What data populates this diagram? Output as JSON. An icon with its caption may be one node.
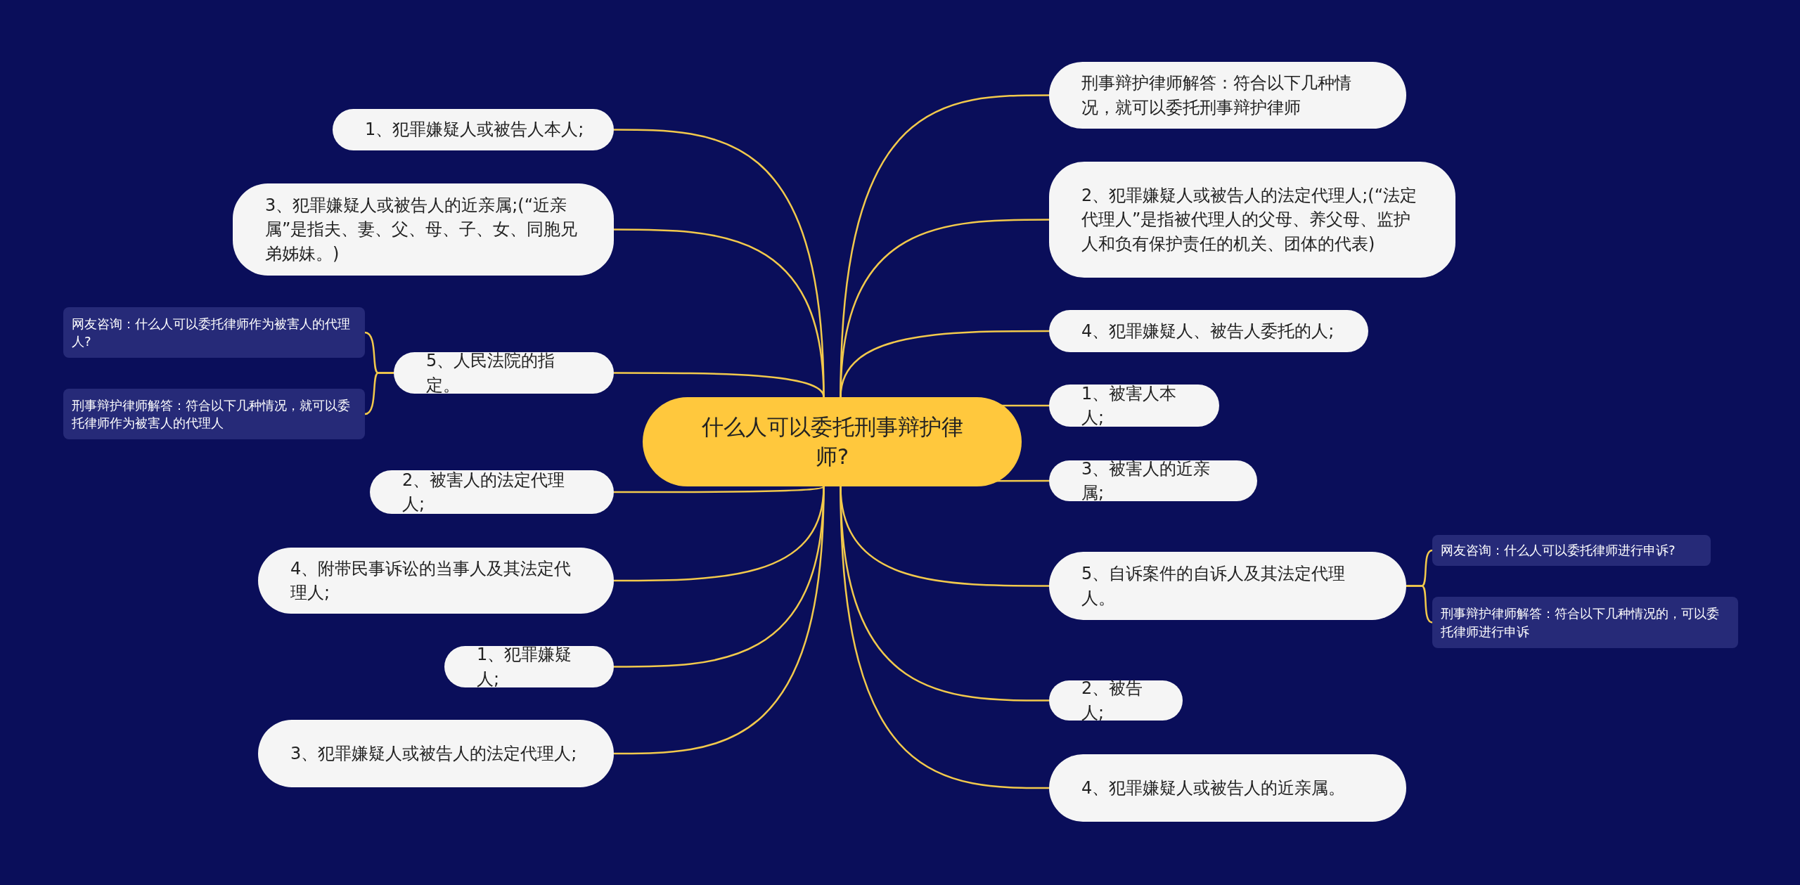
{
  "diagram": {
    "nodes": [
      {
        "text": [
          "什么人可以委托刑事辩护律师?"
        ]
      },
      {
        "text": [
          "1、犯罪嫌疑人或被告人本人;"
        ]
      },
      {
        "text": [
          "3、犯罪嫌疑人或被告人的近亲属;(“近亲属”是指夫、妻、父、母、子、女、同胞兄弟姊妹。)"
        ]
      },
      {
        "text": [
          "5、人民法院的指定。"
        ]
      },
      {
        "text": [
          "网友咨询：什么人可以委托律师作为被害人的代理人?"
        ]
      },
      {
        "text": [
          "刑事辩护律师解答：符合以下几种情况，就可以委托律师作为被害人的代理人"
        ]
      },
      {
        "text": [
          "2、被害人的法定代理人;"
        ]
      },
      {
        "text": [
          "4、附带民事诉讼的当事人及其法定代理人;"
        ]
      },
      {
        "text": [
          "1、犯罪嫌疑人;"
        ]
      },
      {
        "text": [
          "3、犯罪嫌疑人或被告人的法定代理人;"
        ]
      },
      {
        "text": [
          "刑事辩护律师解答：符合以下几种情况，就可以委托刑事辩护律师"
        ]
      },
      {
        "text": [
          "2、犯罪嫌疑人或被告人的法定代理人;(“法定代理人”是指被代理人的父母、养父母、监护人和负有保护责任的机关、团体的代表)"
        ]
      },
      {
        "text": [
          "4、犯罪嫌疑人、被告人委托的人;"
        ]
      },
      {
        "text": [
          "1、被害人本人;"
        ]
      },
      {
        "text": [
          "3、被害人的近亲属;"
        ]
      },
      {
        "text": [
          "5、自诉案件的自诉人及其法定代理人。"
        ]
      },
      {
        "text": [
          "网友咨询：什么人可以委托律师进行申诉?"
        ]
      },
      {
        "text": [
          "刑事辩护律师解答：符合以下几种情况的，可以委托律师进行申诉"
        ]
      },
      {
        "text": [
          "2、被告人;"
        ]
      },
      {
        "text": [
          "4、犯罪嫌疑人或被告人的近亲属。"
        ]
      }
    ],
    "edges": [
      {
        "from": 0,
        "to": 1,
        "arrow": "none"
      },
      {
        "from": 0,
        "to": 2,
        "arrow": "none"
      },
      {
        "from": 0,
        "to": 3,
        "arrow": "none"
      },
      {
        "from": 3,
        "to": 4,
        "arrow": "none"
      },
      {
        "from": 3,
        "to": 5,
        "arrow": "none"
      },
      {
        "from": 0,
        "to": 6,
        "arrow": "none"
      },
      {
        "from": 0,
        "to": 7,
        "arrow": "none"
      },
      {
        "from": 0,
        "to": 8,
        "arrow": "none"
      },
      {
        "from": 0,
        "to": 9,
        "arrow": "none"
      },
      {
        "from": 0,
        "to": 10,
        "arrow": "none"
      },
      {
        "from": 0,
        "to": 11,
        "arrow": "none"
      },
      {
        "from": 0,
        "to": 12,
        "arrow": "none"
      },
      {
        "from": 0,
        "to": 13,
        "arrow": "none"
      },
      {
        "from": 0,
        "to": 14,
        "arrow": "none"
      },
      {
        "from": 0,
        "to": 15,
        "arrow": "none"
      },
      {
        "from": 15,
        "to": 16,
        "arrow": "none"
      },
      {
        "from": 15,
        "to": 17,
        "arrow": "none"
      },
      {
        "from": 0,
        "to": 18,
        "arrow": "none"
      },
      {
        "from": 0,
        "to": 19,
        "arrow": "none"
      }
    ]
  }
}
